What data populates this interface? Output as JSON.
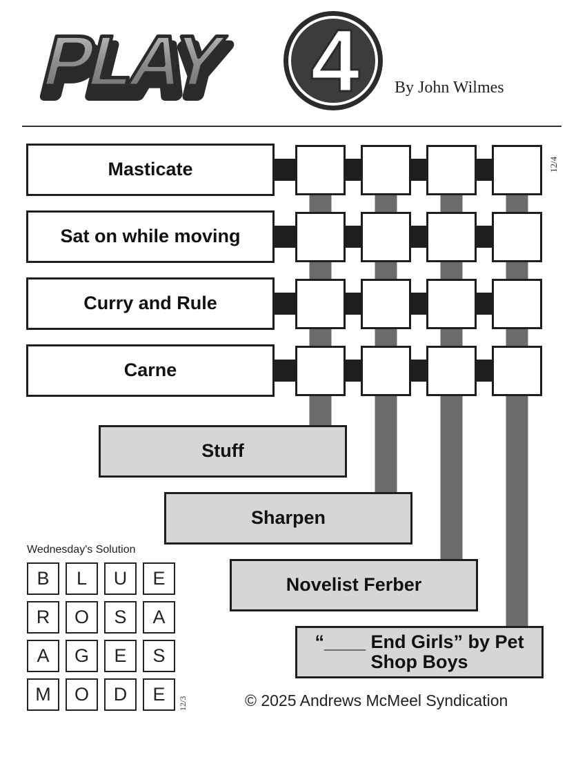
{
  "header": {
    "logo_word": "PLAY",
    "logo_number": "4",
    "byline": "By John Wilmes"
  },
  "puzzle": {
    "date_code": "12/4",
    "row_clues": [
      "Masticate",
      "Sat on while moving",
      "Curry and Rule",
      "Carne"
    ],
    "column_clues": [
      "Stuff",
      "Sharpen",
      "Novelist Ferber",
      "“____ End Girls” by Pet Shop Boys"
    ],
    "grid_rows": 4,
    "grid_cols": 4
  },
  "solution": {
    "title": "Wednesday's Solution",
    "date_code": "12/3",
    "grid": [
      [
        "B",
        "L",
        "U",
        "E"
      ],
      [
        "R",
        "O",
        "S",
        "A"
      ],
      [
        "A",
        "G",
        "E",
        "S"
      ],
      [
        "M",
        "O",
        "D",
        "E"
      ]
    ]
  },
  "footer": {
    "copyright": "© 2025 Andrews McMeel Syndication"
  },
  "colors": {
    "connector_bar": "#6b6b6b",
    "connector_block": "#1e1e1e",
    "column_clue_fill": "#d6d6d6",
    "logo_fill": "#9a9a9a",
    "logo_outline": "#2b2b2b"
  }
}
